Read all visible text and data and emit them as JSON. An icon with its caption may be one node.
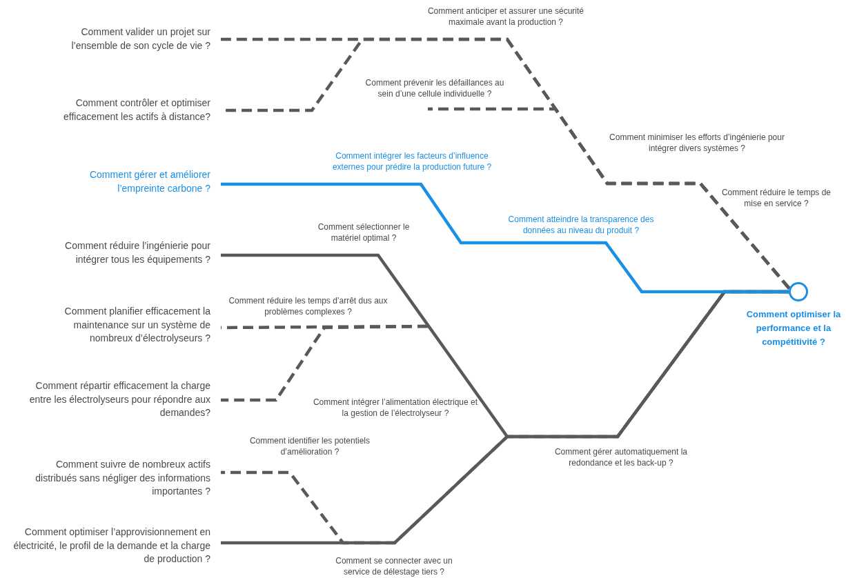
{
  "diagram": {
    "nodes": [
      {
        "text": [
          "Comment valider un projet sur l’ensemble de son cycle de vie ?"
        ]
      },
      {
        "text": [
          "Comment contrôler et optimiser efficacement les actifs à distance?"
        ]
      },
      {
        "text": [
          "Comment gérer et améliorer l’empreinte carbone ?"
        ]
      },
      {
        "text": [
          "Comment réduire l’ingénierie pour intégrer tous les équipements ?"
        ]
      },
      {
        "text": [
          "Comment planifier efficacement la maintenance sur un système de nombreux d’électrolyseurs ?"
        ]
      },
      {
        "text": [
          "Comment répartir efficacement la charge entre les électrolyseurs pour répondre aux demandes?"
        ]
      },
      {
        "text": [
          "Comment suivre de nombreux actifs distribués sans négliger des informations importantes ?"
        ]
      },
      {
        "text": [
          "Comment optimiser l’approvisionnement en électricité, le profil de la demande et la charge de production ?"
        ]
      },
      {
        "text": [
          "Comment prévenir les défaillances au sein d’une cellule individuelle ?"
        ]
      },
      {
        "text": [
          "Comment réduire les temps d’arrêt dus aux problèmes complexes ?"
        ]
      },
      {
        "text": [],
        "shape": "circle",
        "beside": [
          "Comment optimiser la performance et la compétitivité ?"
        ]
      }
    ],
    "edges": [
      {
        "from": 0,
        "to": 10,
        "arrow": "none",
        "style": "dashed"
      },
      {
        "from": 1,
        "to": 10,
        "arrow": "none",
        "style": "dashed"
      },
      {
        "from": 8,
        "to": 10,
        "arrow": "none",
        "style": "dashed"
      },
      {
        "from": 4,
        "to": 9,
        "arrow": "none",
        "style": "dashed"
      },
      {
        "from": 5,
        "to": 9,
        "arrow": "none",
        "style": "dashed"
      },
      {
        "from": 6,
        "to": 10,
        "arrow": "none",
        "style": "dashed"
      },
      {
        "from": 3,
        "to": 10,
        "arrow": "none"
      },
      {
        "from": 7,
        "to": 10,
        "arrow": "none"
      },
      {
        "from": 2,
        "to": 10,
        "arrow": "none",
        "color": "#1a8fe6"
      }
    ],
    "labels": [
      "Comment anticiper et assurer une sécurité maximale avant la production ?",
      "Comment minimiser les efforts d’ingénierie pour intégrer divers systèmes ?",
      "Comment intégrer les facteurs d’influence externes pour prédire la production future ?",
      "Comment réduire le temps de mise en service ?",
      "Comment atteindre la transparence des données au niveau du produit ?",
      "Comment sélectionner le matériel optimal ?",
      "Comment intégrer l’alimentation électrique et la gestion de l’électrolyseur ?",
      "Comment identifier les potentiels d’amélioration ?",
      "Comment gérer automatiquement la redondance et les back-up ?",
      "Comment se connecter avec un service de délestage tiers ?"
    ]
  }
}
